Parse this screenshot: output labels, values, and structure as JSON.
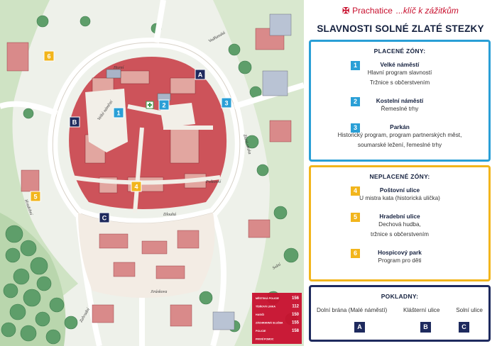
{
  "brand": {
    "symbol": "✠",
    "name": "Prachatice",
    "tagline": "...klíč k zážitkům"
  },
  "title": "SLAVNOSTI SOLNÉ ZLATÉ STEZKY",
  "paid": {
    "heading": "PLACENÉ ZÓNY:",
    "zones": [
      {
        "num": "1",
        "name": "Velké náměstí",
        "lines": [
          "Hlavní program slavností",
          "Tržnice s občerstvením"
        ]
      },
      {
        "num": "2",
        "name": "Kostelní náměstí",
        "lines": [
          "Řemeslné trhy"
        ]
      },
      {
        "num": "3",
        "name": "Parkán",
        "lines": [
          "Historický program, program partnerských měst,",
          "soumarské ležení, řemeslné trhy"
        ]
      }
    ]
  },
  "free": {
    "heading": "NEPLACENÉ ZÓNY:",
    "zones": [
      {
        "num": "4",
        "name": "Poštovní ulice",
        "lines": [
          "U mistra kata (historická ulička)"
        ]
      },
      {
        "num": "5",
        "name": "Hradební ulice",
        "lines": [
          "Dechová hudba,",
          "tržnice s občerstvením"
        ]
      },
      {
        "num": "6",
        "name": "Hospicový park",
        "lines": [
          "Program pro děti"
        ]
      }
    ]
  },
  "cash": {
    "heading": "POKLADNY:",
    "items": [
      {
        "letter": "A",
        "label": "Dolní brána (Malé náměstí)"
      },
      {
        "letter": "B",
        "label": "Klášterní ulice"
      },
      {
        "letter": "C",
        "label": "Solní ulice"
      }
    ]
  },
  "map": {
    "markers": [
      {
        "label": "1",
        "kind": "paid"
      },
      {
        "label": "2",
        "kind": "paid"
      },
      {
        "label": "3",
        "kind": "paid"
      },
      {
        "label": "4",
        "kind": "free"
      },
      {
        "label": "5",
        "kind": "free"
      },
      {
        "label": "6",
        "kind": "free"
      },
      {
        "label": "A",
        "kind": "cash"
      },
      {
        "label": "B",
        "kind": "cash"
      },
      {
        "label": "C",
        "kind": "cash"
      }
    ],
    "street_labels": [
      "Horní",
      "Velké náměstí",
      "Vodňanská",
      "Zlatá stezka",
      "Poštovní",
      "Dlouhá",
      "Solní",
      "Jiráskova",
      "Hradební",
      "Zahradní"
    ],
    "emergency": [
      {
        "label": "MĚSTSKÁ POLICIE",
        "number": "156"
      },
      {
        "label": "TÍSŇOVÁ LINKA",
        "number": "112"
      },
      {
        "label": "HASIČI",
        "number": "150"
      },
      {
        "label": "ZÁCHRANNÁ SLUŽBA",
        "number": "155"
      },
      {
        "label": "POLICIE",
        "number": "158"
      },
      {
        "label": "PRVNÍ POMOC",
        "number": ""
      }
    ]
  },
  "colors": {
    "paid": "#2a9fd6",
    "free": "#f2b51c",
    "cash": "#1e2a5e",
    "brand": "#c8102e",
    "roof": "#c9414a"
  }
}
